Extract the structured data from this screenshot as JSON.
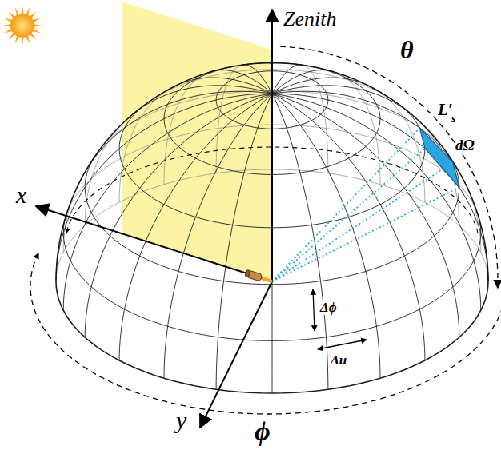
{
  "diagram": {
    "labels": [
      "Zenith",
      "θ",
      "x",
      "y",
      "ϕ",
      "L′",
      "s",
      "dΩ",
      "Δϕ",
      "Δu"
    ]
  }
}
